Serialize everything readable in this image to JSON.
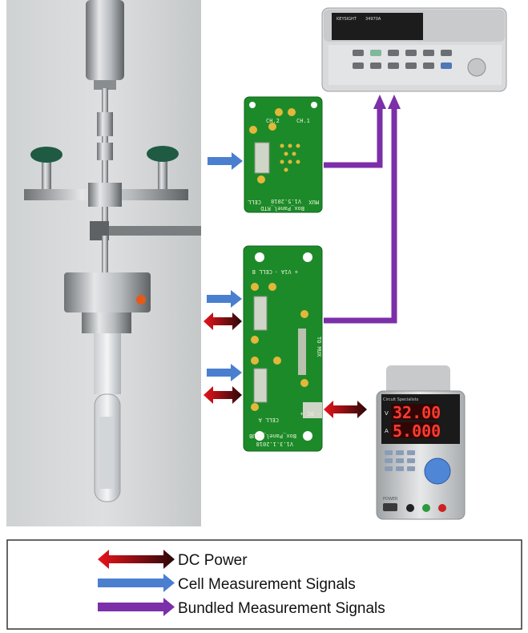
{
  "pcb_top": {
    "label_line1": "Box_Panel_RTD",
    "label_line2": "V1.5.2018",
    "mux": "MUX",
    "cell": "CELL",
    "ch_left": "CH.1",
    "ch_right": "CH.2"
  },
  "pcb_bottom": {
    "label_line1": "Box_Panel_DSUB",
    "label_line2": "V1.3.1.2018",
    "to_mux": "TO MUX",
    "cell_a": "CELL A",
    "cell_b": "CELL B",
    "dc": "- DC +",
    "v_plus": "+ V1A -"
  },
  "power_supply": {
    "brand": "Circuit Specialists",
    "voltage_display": "32.00",
    "current_display": "5.000",
    "v_unit": "V",
    "a_unit": "A",
    "power_label": "POWER"
  },
  "multimeter": {
    "brand": "KEYSIGHT",
    "model": "34970A"
  },
  "legend": {
    "dc_power": "DC Power",
    "cell_signals": "Cell Measurement Signals",
    "bundled_signals": "Bundled Measurement Signals"
  },
  "colors": {
    "dc_red": "#e8141c",
    "dc_dark": "#2a0808",
    "cell_blue": "#4a7fd0",
    "bundled_purple": "#7b2fa8",
    "pcb_green": "#1d8a2a"
  }
}
